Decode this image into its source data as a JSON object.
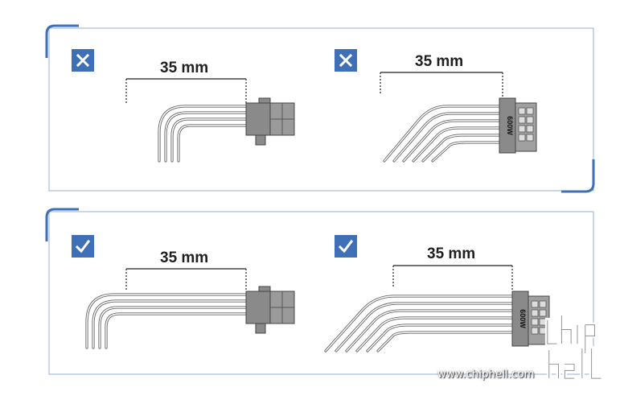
{
  "panels": [
    {
      "status": "incorrect",
      "icon": "cross-icon",
      "left_dim": "35 mm",
      "right_dim": "35 mm"
    },
    {
      "status": "correct",
      "icon": "check-icon",
      "left_dim": "35 mm",
      "right_dim": "35 mm"
    }
  ],
  "connector_label": "600W",
  "watermark": {
    "url": "www.chiphell.com",
    "logo_text": "chip hell"
  },
  "colors": {
    "frame": "#4a7bc0",
    "mark": "#3f6fb6",
    "wire": "#6a6a6a",
    "connector": "#7a7a7a"
  }
}
